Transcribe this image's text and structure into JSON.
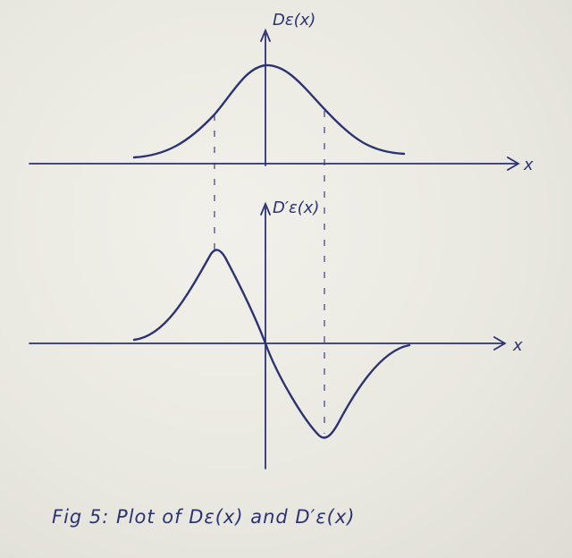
{
  "figure": {
    "caption": "Fig 5: Plot of Dε(x) and D′ε(x)",
    "top_plot": {
      "y_label": "Dε(x)",
      "x_label": "x"
    },
    "bottom_plot": {
      "y_label": "D′ε(x)",
      "x_label": "x"
    },
    "ink_color": "#2c3272",
    "paper_color": "#ecebe4"
  }
}
